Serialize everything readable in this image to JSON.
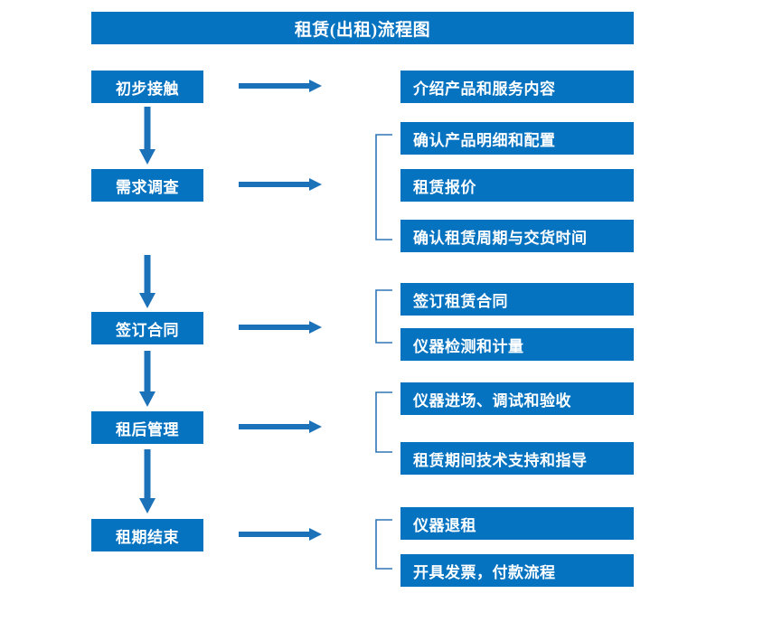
{
  "diagram": {
    "title": "租赁(出租)流程图",
    "accent_color": "#0673C1",
    "text_color": "#FFFFFF",
    "background_color": "#FFFFFF",
    "type": "flowchart",
    "stages": [
      {
        "id": "stage-1",
        "label": "初步接触",
        "details": [
          "介绍产品和服务内容"
        ]
      },
      {
        "id": "stage-2",
        "label": "需求调查",
        "details": [
          "确认产品明细和配置",
          "租赁报价",
          "确认租赁周期与交货时间"
        ]
      },
      {
        "id": "stage-3",
        "label": "签订合同",
        "details": [
          "签订租赁合同",
          "仪器检测和计量"
        ]
      },
      {
        "id": "stage-4",
        "label": "租后管理",
        "details": [
          "仪器进场、调试和验收",
          "租赁期间技术支持和指导"
        ]
      },
      {
        "id": "stage-5",
        "label": "租期结束",
        "details": [
          "仪器退租",
          "开具发票，付款流程"
        ]
      }
    ],
    "detail_boxes": [
      "介绍产品和服务内容",
      "确认产品明细和配置",
      "租赁报价",
      "确认租赁周期与交货时间",
      "签订租赁合同",
      "仪器检测和计量",
      "仪器进场、调试和验收",
      "租赁期间技术支持和指导",
      "仪器退租",
      "开具发票，付款流程"
    ]
  }
}
